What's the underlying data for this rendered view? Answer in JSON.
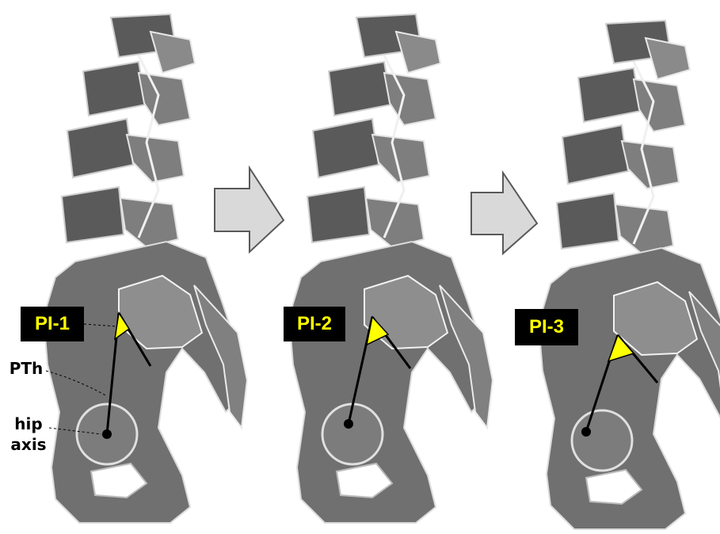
{
  "panels": [
    {
      "label": "PI-1"
    },
    {
      "label": "PI-2"
    },
    {
      "label": "PI-3"
    }
  ],
  "annotations": {
    "pth": "PTh",
    "hip_axis_line1": "hip",
    "hip_axis_line2": "axis"
  },
  "colors": {
    "bone": "#6e6e6e",
    "bone_dark": "#4a4a4a",
    "bone_edge": "#d8d8d8",
    "angle_fill": "#ffff00",
    "label_bg": "#000000",
    "label_text": "#ffff00",
    "arrow_fill": "#d9d9d9",
    "arrow_stroke": "#595959"
  },
  "icons": {
    "transition_arrow": "right-block-arrow-icon"
  }
}
